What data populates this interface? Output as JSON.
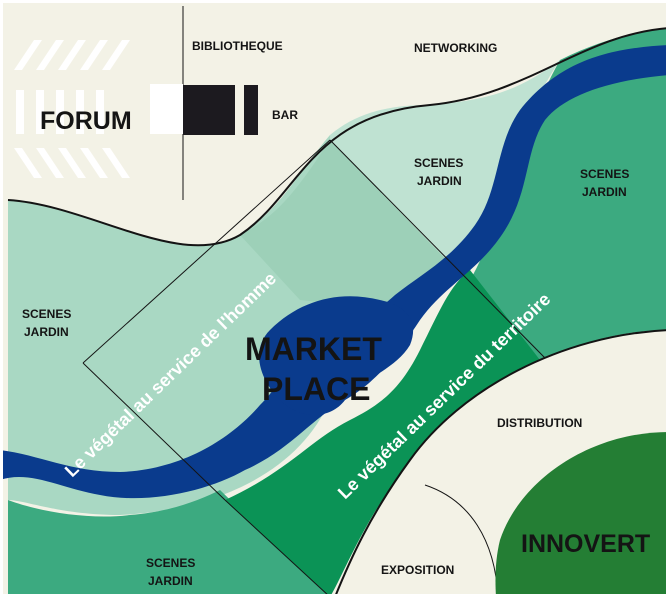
{
  "labels": {
    "bibliotheque": "BIBLIOTHEQUE",
    "networking": "NETWORKING",
    "forum": "FORUM",
    "bar": "BAR",
    "scenes_1": "SCENES",
    "jardin_1": "JARDIN",
    "scenes_2": "SCENES",
    "jardin_2": "JARDIN",
    "scenes_3": "SCENES",
    "jardin_3": "JARDIN",
    "scenes_4": "SCENES",
    "jardin_4": "JARDIN",
    "market": "MARKET",
    "place": "PLACE",
    "homme": "Le végétal au service de l'homme",
    "territoire": "Le végétal au service du territoire",
    "distribution": "DISTRIBUTION",
    "exposition": "EXPOSITION",
    "innovert": "INNOVERT"
  },
  "colors": {
    "background": "#f3f2e6",
    "river": "#0a3b8d",
    "mint": "#a9d8c3",
    "mint_light": "#bfe2d2",
    "green_mid": "#3caa80",
    "green_bright": "#0b9356",
    "green_dark": "#247e34"
  }
}
